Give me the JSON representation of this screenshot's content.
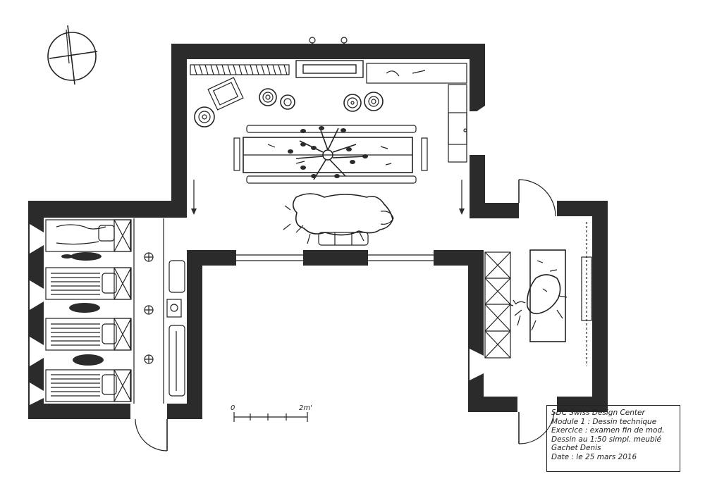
{
  "scale_bar": {
    "start_label": "0",
    "end_label": "2m'"
  },
  "title_block": {
    "lines": [
      "SDC Swiss Design Center",
      "Module 1 : Dessin technique",
      "Exercice : examen fin de mod.",
      "Dessin au 1:50 simpl. meublé",
      "Gachet Denis",
      "Date : le 25 mars 2016"
    ]
  },
  "colors": {
    "wall": "#2b2b2b",
    "line": "#222222",
    "paper": "#ffffff"
  },
  "icons": [
    "north-arrow-icon",
    "bear-skin-rug-icon",
    "deer-skin-rug-icon",
    "chandelier-icon"
  ]
}
